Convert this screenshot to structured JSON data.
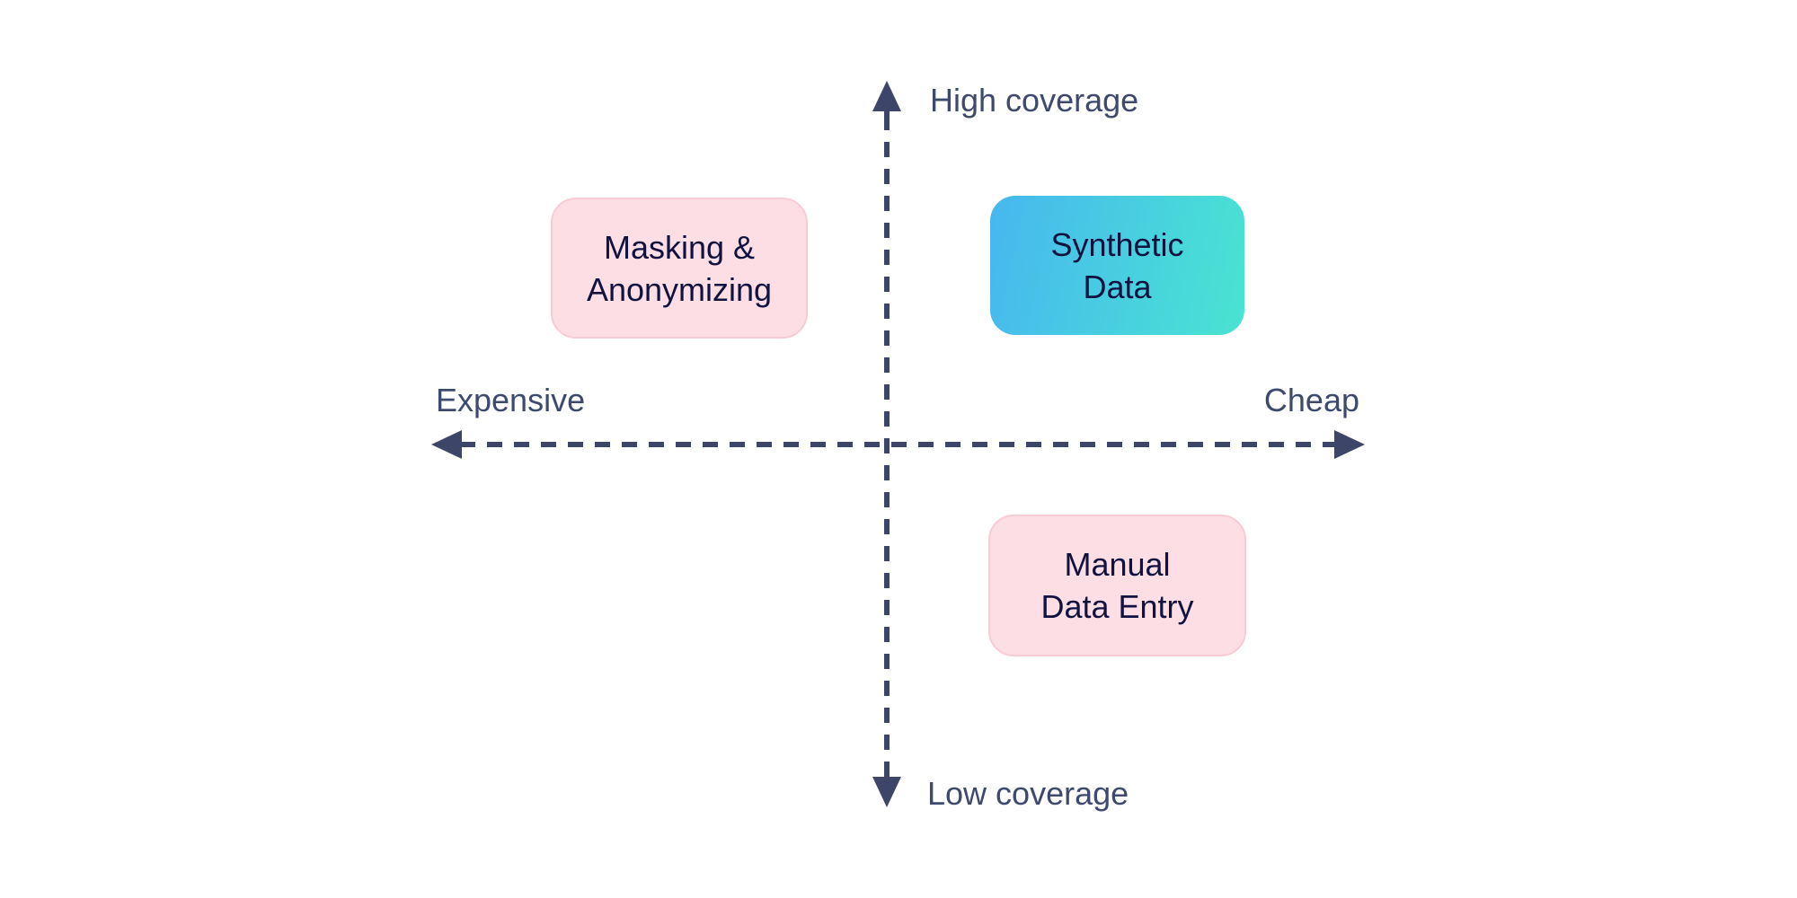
{
  "diagram": {
    "type": "quadrant",
    "background": "#ffffff",
    "axis": {
      "top_label": "High coverage",
      "bottom_label": "Low coverage",
      "left_label": "Expensive",
      "right_label": "Cheap",
      "style": "dashed",
      "color": "#3d4668"
    },
    "nodes": [
      {
        "id": "masking-anonymizing",
        "line1": "Masking &",
        "line2": "Anonymizing",
        "quadrant": "top-left",
        "fill": "#fcdee4",
        "border": "#f8ccd5",
        "text_color": "#10123f"
      },
      {
        "id": "synthetic-data",
        "line1": "Synthetic",
        "line2": "Data",
        "quadrant": "top-right",
        "fill_gradient_start": "#47b7ef",
        "fill_gradient_end": "#49e4d1",
        "text_color": "#10123f"
      },
      {
        "id": "manual-data-entry",
        "line1": "Manual",
        "line2": "Data Entry",
        "quadrant": "bottom-right",
        "fill": "#fcdee4",
        "border": "#f8ccd5",
        "text_color": "#10123f"
      }
    ],
    "colors": {
      "axis": "#3d4668",
      "axis_label_text": "#3d4a6e",
      "node_text": "#10123f",
      "pink_fill": "#fcdee4",
      "pink_border": "#f8ccd5",
      "gradient_start": "#47b7ef",
      "gradient_end": "#49e4d1"
    }
  }
}
